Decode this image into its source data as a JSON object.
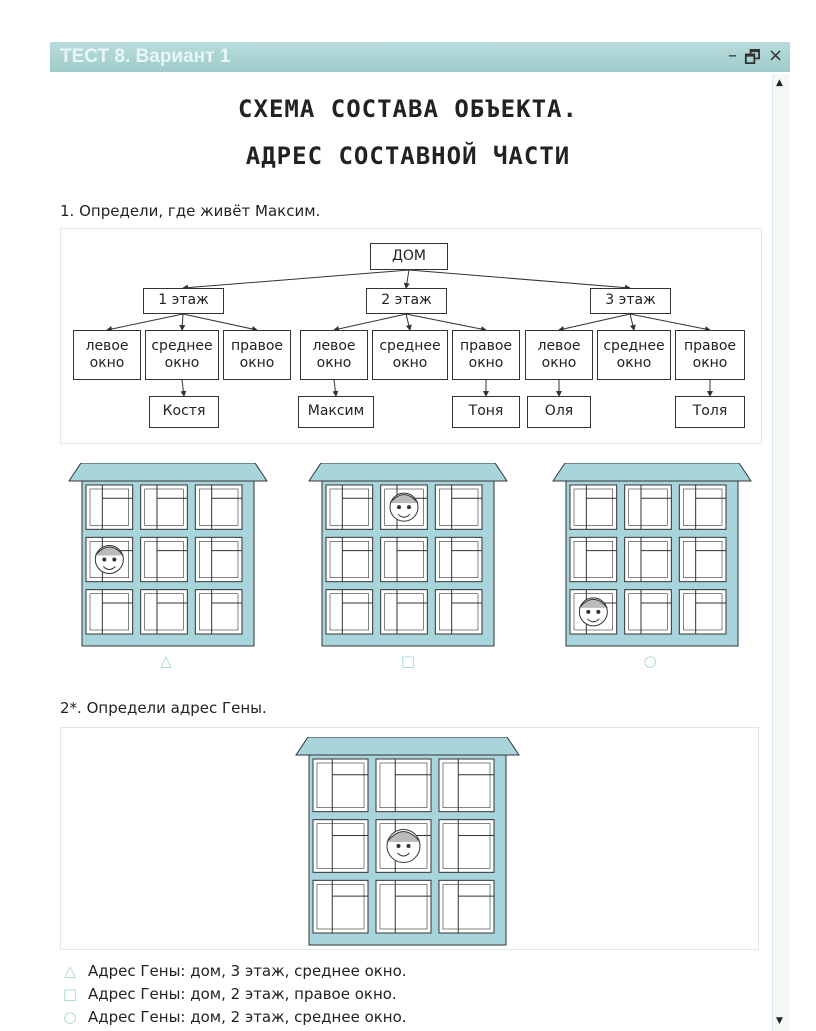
{
  "window": {
    "title": "ТЕСТ 8. Вариант 1",
    "minimize": "–",
    "restore": "🗗",
    "close": "×"
  },
  "heading": {
    "line1": "СХЕМА СОСТАВА ОБЪЕКТА.",
    "line2": "АДРЕС СОСТАВНОЙ ЧАСТИ"
  },
  "q1": {
    "text": "1. Определи, где живёт Максим.",
    "tree": {
      "root": "ДОМ",
      "floors": [
        "1 этаж",
        "2 этаж",
        "3 этаж"
      ],
      "windows": [
        "левое окно",
        "среднее окно",
        "правое окно",
        "левое окно",
        "среднее окно",
        "правое окно",
        "левое окно",
        "среднее окно",
        "правое окно"
      ],
      "names": [
        "Костя",
        "Максим",
        "Тоня",
        "Оля",
        "Толя"
      ]
    },
    "answers": [
      {
        "marker": "△",
        "face": {
          "row": 2,
          "col": 1
        }
      },
      {
        "marker": "□",
        "face": {
          "row": 1,
          "col": 2
        }
      },
      {
        "marker": "○",
        "face": {
          "row": 3,
          "col": 1
        }
      }
    ]
  },
  "q2": {
    "text": "2*. Определи адрес Гены.",
    "face": {
      "row": 2,
      "col": 2
    },
    "options": [
      {
        "marker": "△",
        "text": "Адрес Гены: дом, 3 этаж, среднее окно."
      },
      {
        "marker": "□",
        "text": "Адрес Гены: дом, 2 этаж, правое окно."
      },
      {
        "marker": "○",
        "text": "Адрес Гены: дом, 2 этаж, среднее окно."
      }
    ]
  },
  "colors": {
    "building": "#a8d4dc",
    "accent": "#9ed3d3"
  }
}
